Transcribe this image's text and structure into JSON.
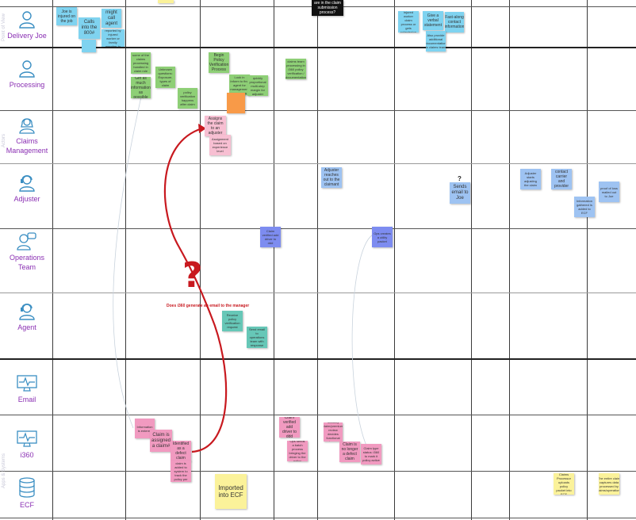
{
  "side_labels": {
    "point_of_view": "Point of View",
    "actors": "Actors",
    "apps_systems": "Apps & Systems"
  },
  "lanes": [
    {
      "label": "Delivery Joe",
      "icon": "person-icon"
    },
    {
      "label": "Processing",
      "icon": "person-icon"
    },
    {
      "label": "Claims Management",
      "icon": "person-female-icon"
    },
    {
      "label": "Adjuster",
      "icon": "person-headset-icon"
    },
    {
      "label": "Operations Team",
      "icon": "group-chat-icon"
    },
    {
      "label": "Agent",
      "icon": "person-headset-icon"
    },
    {
      "label": "Email",
      "icon": "monitor-pulse-icon"
    },
    {
      "label": "i360",
      "icon": "monitor-pulse-icon"
    },
    {
      "label": "ECF",
      "icon": "database-icon"
    }
  ],
  "notes": {
    "black_top": "are in the claim submission process?",
    "joe_1": "Joe is injured on the job",
    "joe_2": "Calls into the 800#",
    "joe_3": "might call agent",
    "joe_4": "claim reported by injured worker or family member to agent/carrier",
    "joe_5": "Indicating injured worker claim process or gets submission info",
    "joe_6": "Give a verbal statement",
    "joe_7": "Fast-along contact information",
    "joe_8": "Also provide additional documentation to claims team",
    "proc_1": "some of the claims processing handled in claim role",
    "proc_2": "Get as much information as possible",
    "proc_3": "Unknown questions: Exposure, types of claim",
    "proc_4": "policy verification happens after claim",
    "proc_5": "Begin Policy Verification Process",
    "proc_6": "Look in Inform to find agent for management processes",
    "proc_7": "quickly proportional multi-step margin for adjuster",
    "proc_8": "claims team processing in i360 policy verification / documentation",
    "cm_1": "Assigns the claim to an adjuster",
    "cm_2": "Assignment based on experience level",
    "adj_1": "Adjuster reaches out to the claimant",
    "adj_2": "Sends email to Joe",
    "adj_3": "Adjuster starts adjusting the claim",
    "adj_4": "contact carrier and provider",
    "adj_5": "Information gathered is added to ECF",
    "adj_6": "proof of loss mailed out to Joe",
    "ops_1": "Claim verified add driver to ddd",
    "ops_2": "Ops creates a utility packet",
    "agent_1": "Receive policy verification request",
    "agent_2": "Send email to operations team with response",
    "i360_1": "Information is entered",
    "i360_2": "Claim is assigned a claim#",
    "i360_3": "Identified as a defect claim",
    "i360_4": "Default claim is added to system to track the policy per default",
    "i360_5": "Claim verified add driver to ddd",
    "i360_6": "Ops sends a batch process bringing the driver to the policy",
    "i360_7": "Security claim/premium review decides functional issue",
    "i360_8": "Claim is no longer a defect claim",
    "i360_9": "Claim type status: i360 to mark it policy active",
    "ecf_1": "Imported into ECF",
    "ecf_2": "Claims Processor uploads policy packet into ECF",
    "ecf_3": "The entire claim captures data processed by claims/operations"
  },
  "annotations": {
    "question_small": "?",
    "question_big": "?",
    "question_text": "Does i360 generate an email to the manager"
  },
  "colors": {
    "lane_label": "#8a2fb3",
    "connector": "#c8191f",
    "grid": "#3a3a3a"
  }
}
